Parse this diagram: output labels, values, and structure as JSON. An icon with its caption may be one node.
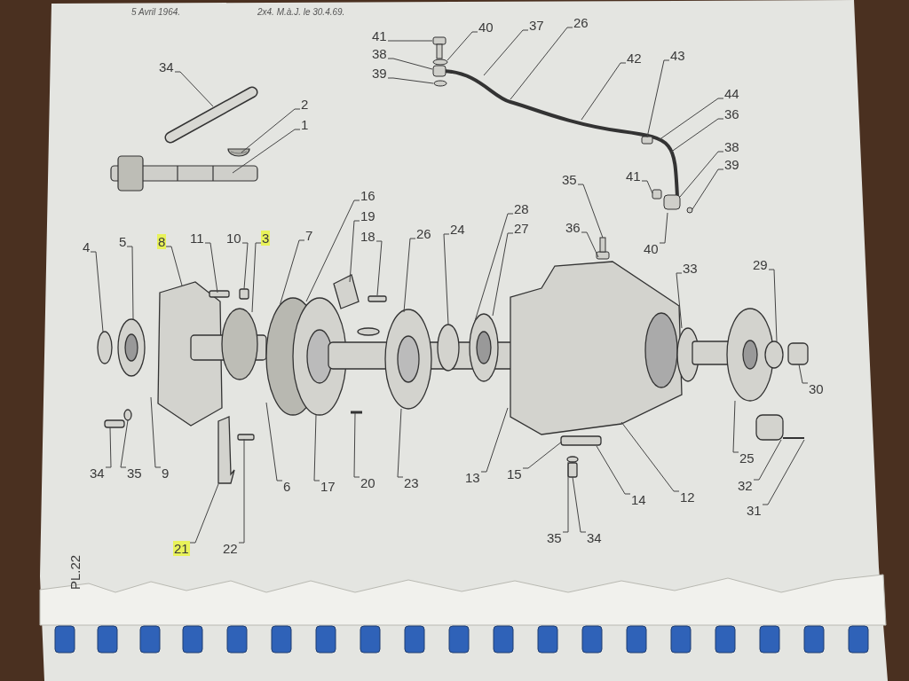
{
  "diagram": {
    "nodes": [
      {
        "text": [
          "34"
        ]
      },
      {
        "text": [
          "2"
        ]
      },
      {
        "text": [
          "1"
        ]
      },
      {
        "text": [
          "41"
        ]
      },
      {
        "text": [
          "40"
        ]
      },
      {
        "text": [
          "38"
        ]
      },
      {
        "text": [
          "39"
        ]
      },
      {
        "text": [
          "37"
        ]
      },
      {
        "text": [
          "26"
        ]
      },
      {
        "text": [
          "42"
        ]
      },
      {
        "text": [
          "43"
        ]
      },
      {
        "text": [
          "44"
        ]
      },
      {
        "text": [
          "36"
        ]
      },
      {
        "text": [
          "38"
        ]
      },
      {
        "text": [
          "39"
        ]
      },
      {
        "text": [
          "35"
        ]
      },
      {
        "text": [
          "41"
        ]
      },
      {
        "text": [
          "40"
        ]
      },
      {
        "text": [
          "36"
        ]
      },
      {
        "text": [
          "16"
        ]
      },
      {
        "text": [
          "19"
        ]
      },
      {
        "text": [
          "18"
        ]
      },
      {
        "text": [
          "26"
        ]
      },
      {
        "text": [
          "24"
        ]
      },
      {
        "text": [
          "28"
        ]
      },
      {
        "text": [
          "27"
        ]
      },
      {
        "text": [
          "4"
        ]
      },
      {
        "text": [
          "5"
        ]
      },
      {
        "text": [
          "8"
        ]
      },
      {
        "text": [
          "11"
        ]
      },
      {
        "text": [
          "10"
        ]
      },
      {
        "text": [
          "3"
        ]
      },
      {
        "text": [
          "7"
        ]
      },
      {
        "text": [
          "33"
        ]
      },
      {
        "text": [
          "29"
        ]
      },
      {
        "text": [
          "30"
        ]
      },
      {
        "text": [
          "34"
        ]
      },
      {
        "text": [
          "35"
        ]
      },
      {
        "text": [
          "9"
        ]
      },
      {
        "text": [
          "6"
        ]
      },
      {
        "text": [
          "17"
        ]
      },
      {
        "text": [
          "20"
        ]
      },
      {
        "text": [
          "23"
        ]
      },
      {
        "text": [
          "13"
        ]
      },
      {
        "text": [
          "15"
        ]
      },
      {
        "text": [
          "14"
        ]
      },
      {
        "text": [
          "12"
        ]
      },
      {
        "text": [
          "25"
        ]
      },
      {
        "text": [
          "32"
        ]
      },
      {
        "text": [
          "31"
        ]
      },
      {
        "text": [
          "21"
        ]
      },
      {
        "text": [
          "22"
        ]
      },
      {
        "text": [
          "35"
        ]
      },
      {
        "text": [
          "34"
        ]
      },
      {
        "text": [],
        "shape": "picture"
      },
      {
        "text": [],
        "shape": "picture"
      },
      {
        "text": [],
        "shape": "picture"
      }
    ],
    "edges": [
      {
        "from": 0,
        "to": 54,
        "arrow": "none"
      },
      {
        "from": 1,
        "to": 55,
        "arrow": "none"
      },
      {
        "from": 2,
        "to": 56,
        "arrow": "none"
      },
      {
        "from": 3,
        "to": null,
        "arrow": "none"
      },
      {
        "from": 4,
        "to": null,
        "arrow": "none"
      },
      {
        "from": 5,
        "to": null,
        "arrow": "none"
      },
      {
        "from": 6,
        "to": null,
        "arrow": "none"
      },
      {
        "from": 7,
        "to": null,
        "arrow": "none"
      },
      {
        "from": 8,
        "to": null,
        "arrow": "none"
      },
      {
        "from": 9,
        "to": null,
        "arrow": "none"
      },
      {
        "from": 10,
        "to": null,
        "arrow": "none"
      },
      {
        "from": 11,
        "to": null,
        "arrow": "none"
      },
      {
        "from": 12,
        "to": null,
        "arrow": "none"
      },
      {
        "from": 13,
        "to": null,
        "arrow": "none"
      },
      {
        "from": 14,
        "to": null,
        "arrow": "none"
      },
      {
        "from": 15,
        "to": null,
        "arrow": "none"
      },
      {
        "from": 16,
        "to": null,
        "arrow": "none"
      },
      {
        "from": 17,
        "to": null,
        "arrow": "none"
      },
      {
        "from": 18,
        "to": null,
        "arrow": "none"
      },
      {
        "from": 19,
        "to": null,
        "arrow": "none"
      },
      {
        "from": 20,
        "to": null,
        "arrow": "none"
      },
      {
        "from": 21,
        "to": null,
        "arrow": "none"
      },
      {
        "from": 22,
        "to": null,
        "arrow": "none"
      },
      {
        "from": 23,
        "to": null,
        "arrow": "none"
      },
      {
        "from": 24,
        "to": null,
        "arrow": "none"
      },
      {
        "from": 25,
        "to": null,
        "arrow": "none"
      },
      {
        "from": 26,
        "to": null,
        "arrow": "none"
      },
      {
        "from": 27,
        "to": null,
        "arrow": "none"
      },
      {
        "from": 28,
        "to": null,
        "arrow": "none"
      },
      {
        "from": 29,
        "to": null,
        "arrow": "none"
      },
      {
        "from": 30,
        "to": null,
        "arrow": "none"
      },
      {
        "from": 31,
        "to": null,
        "arrow": "none"
      },
      {
        "from": 32,
        "to": null,
        "arrow": "none"
      },
      {
        "from": 33,
        "to": null,
        "arrow": "none"
      },
      {
        "from": 34,
        "to": null,
        "arrow": "none"
      },
      {
        "from": 35,
        "to": null,
        "arrow": "none"
      },
      {
        "from": 36,
        "to": null,
        "arrow": "none"
      },
      {
        "from": 37,
        "to": null,
        "arrow": "none"
      },
      {
        "from": 38,
        "to": null,
        "arrow": "none"
      },
      {
        "from": 39,
        "to": null,
        "arrow": "none"
      },
      {
        "from": 40,
        "to": null,
        "arrow": "none"
      },
      {
        "from": 41,
        "to": null,
        "arrow": "none"
      },
      {
        "from": 42,
        "to": null,
        "arrow": "none"
      },
      {
        "from": 43,
        "to": null,
        "arrow": "none"
      },
      {
        "from": 44,
        "to": null,
        "arrow": "none"
      },
      {
        "from": 45,
        "to": null,
        "arrow": "none"
      },
      {
        "from": 46,
        "to": null,
        "arrow": "none"
      },
      {
        "from": 47,
        "to": null,
        "arrow": "none"
      },
      {
        "from": 48,
        "to": null,
        "arrow": "none"
      },
      {
        "from": 49,
        "to": null,
        "arrow": "none"
      },
      {
        "from": 50,
        "to": null,
        "arrow": "none"
      },
      {
        "from": 51,
        "to": null,
        "arrow": "none"
      },
      {
        "from": 52,
        "to": null,
        "arrow": "none"
      },
      {
        "from": 53,
        "to": null,
        "arrow": "none"
      }
    ],
    "labels": [
      "5 Avril 1964.",
      "2x4. M.à.J. le 30.4.69.",
      "PL.22"
    ]
  }
}
